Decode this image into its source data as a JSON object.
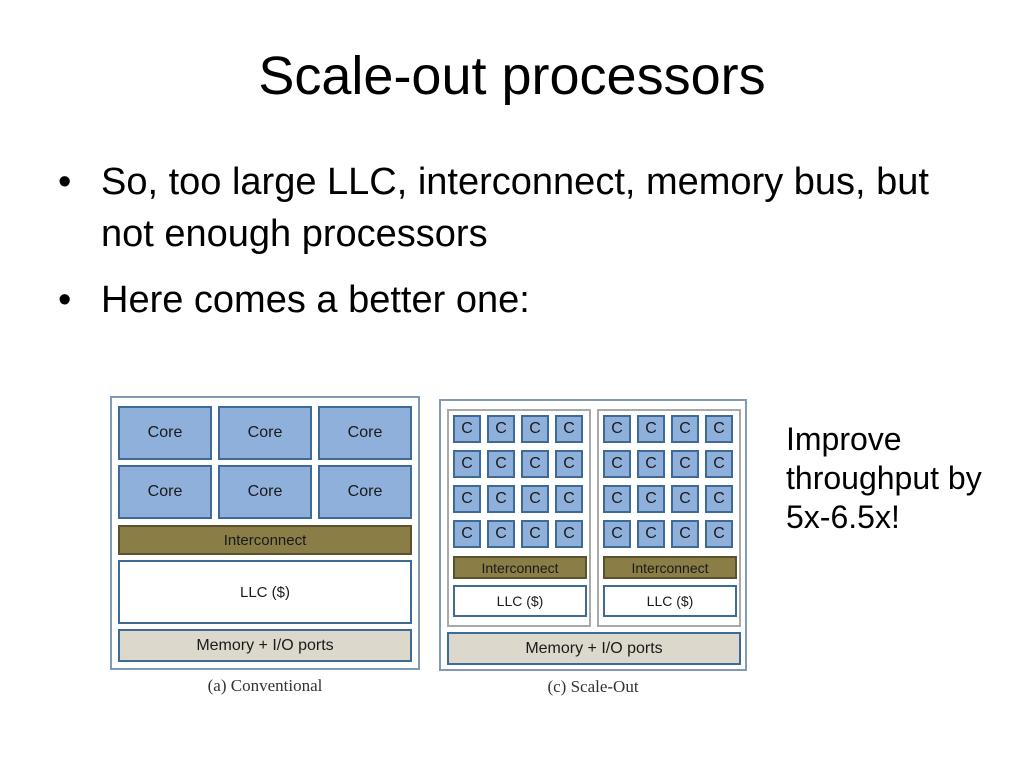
{
  "slide": {
    "title": "Scale-out processors",
    "bullets": [
      "So, too large LLC, interconnect, memory bus, but not enough processors",
      "Here comes a better one:"
    ],
    "side_note": "Improve throughput by 5x-6.5x!"
  },
  "figure": {
    "conventional": {
      "cores": [
        "Core",
        "Core",
        "Core",
        "Core",
        "Core",
        "Core"
      ],
      "interconnect": "Interconnect",
      "llc": "LLC ($)",
      "memory": "Memory + I/O ports",
      "caption": "(a) Conventional"
    },
    "scale_out": {
      "pods": [
        {
          "cores": [
            "C",
            "C",
            "C",
            "C",
            "C",
            "C",
            "C",
            "C",
            "C",
            "C",
            "C",
            "C",
            "C",
            "C",
            "C",
            "C"
          ],
          "interconnect": "Interconnect",
          "llc": "LLC ($)"
        },
        {
          "cores": [
            "C",
            "C",
            "C",
            "C",
            "C",
            "C",
            "C",
            "C",
            "C",
            "C",
            "C",
            "C",
            "C",
            "C",
            "C",
            "C"
          ],
          "interconnect": "Interconnect",
          "llc": "LLC ($)"
        }
      ],
      "memory": "Memory + I/O ports",
      "caption": "(c) Scale-Out"
    }
  }
}
